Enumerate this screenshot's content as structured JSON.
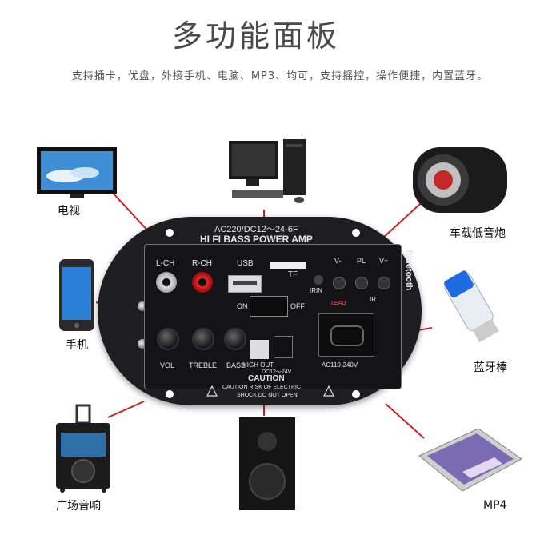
{
  "header": {
    "title": "多功能面板",
    "subtitle": "支持插卡，优盘，外接手机、电脑、MP3、均可，支持摇控，操作便捷，内置蓝牙。"
  },
  "devices": {
    "tv": "电视",
    "phone": "手机",
    "speaker_box": "广场音响",
    "car_sub": "车载低音炮",
    "bt_dongle": "蓝牙棒",
    "mp4": "MP4"
  },
  "panel": {
    "power_spec": "AC220/DC12～24-6F",
    "model": "HI FI BASS POWER AMP",
    "lch": "L-CH",
    "rch": "R-CH",
    "usb": "USB",
    "tf": "TF",
    "vminus": "V-",
    "pl": "PL",
    "vplus": "V+",
    "irin": "IRIN",
    "ir": "IR",
    "lead": "LEAD",
    "on": "ON",
    "off": "OFF",
    "vol": "VOL",
    "treble": "TREBLE",
    "bass": "BASS",
    "high_out": "HIGH OUT",
    "dc_in": "DC12～24V",
    "ac_in": "AC110-240V",
    "bluetooth": "Bluetooth",
    "caution_title": "CAUTION",
    "caution_text1": "CAUTION RISK OF ELECTRIC",
    "caution_text2": "SHOCK DO NOT OPEN"
  },
  "colors": {
    "connector_line": "#d21f1f",
    "panel_body": "#1e1e20",
    "faceplate": "#141416"
  }
}
